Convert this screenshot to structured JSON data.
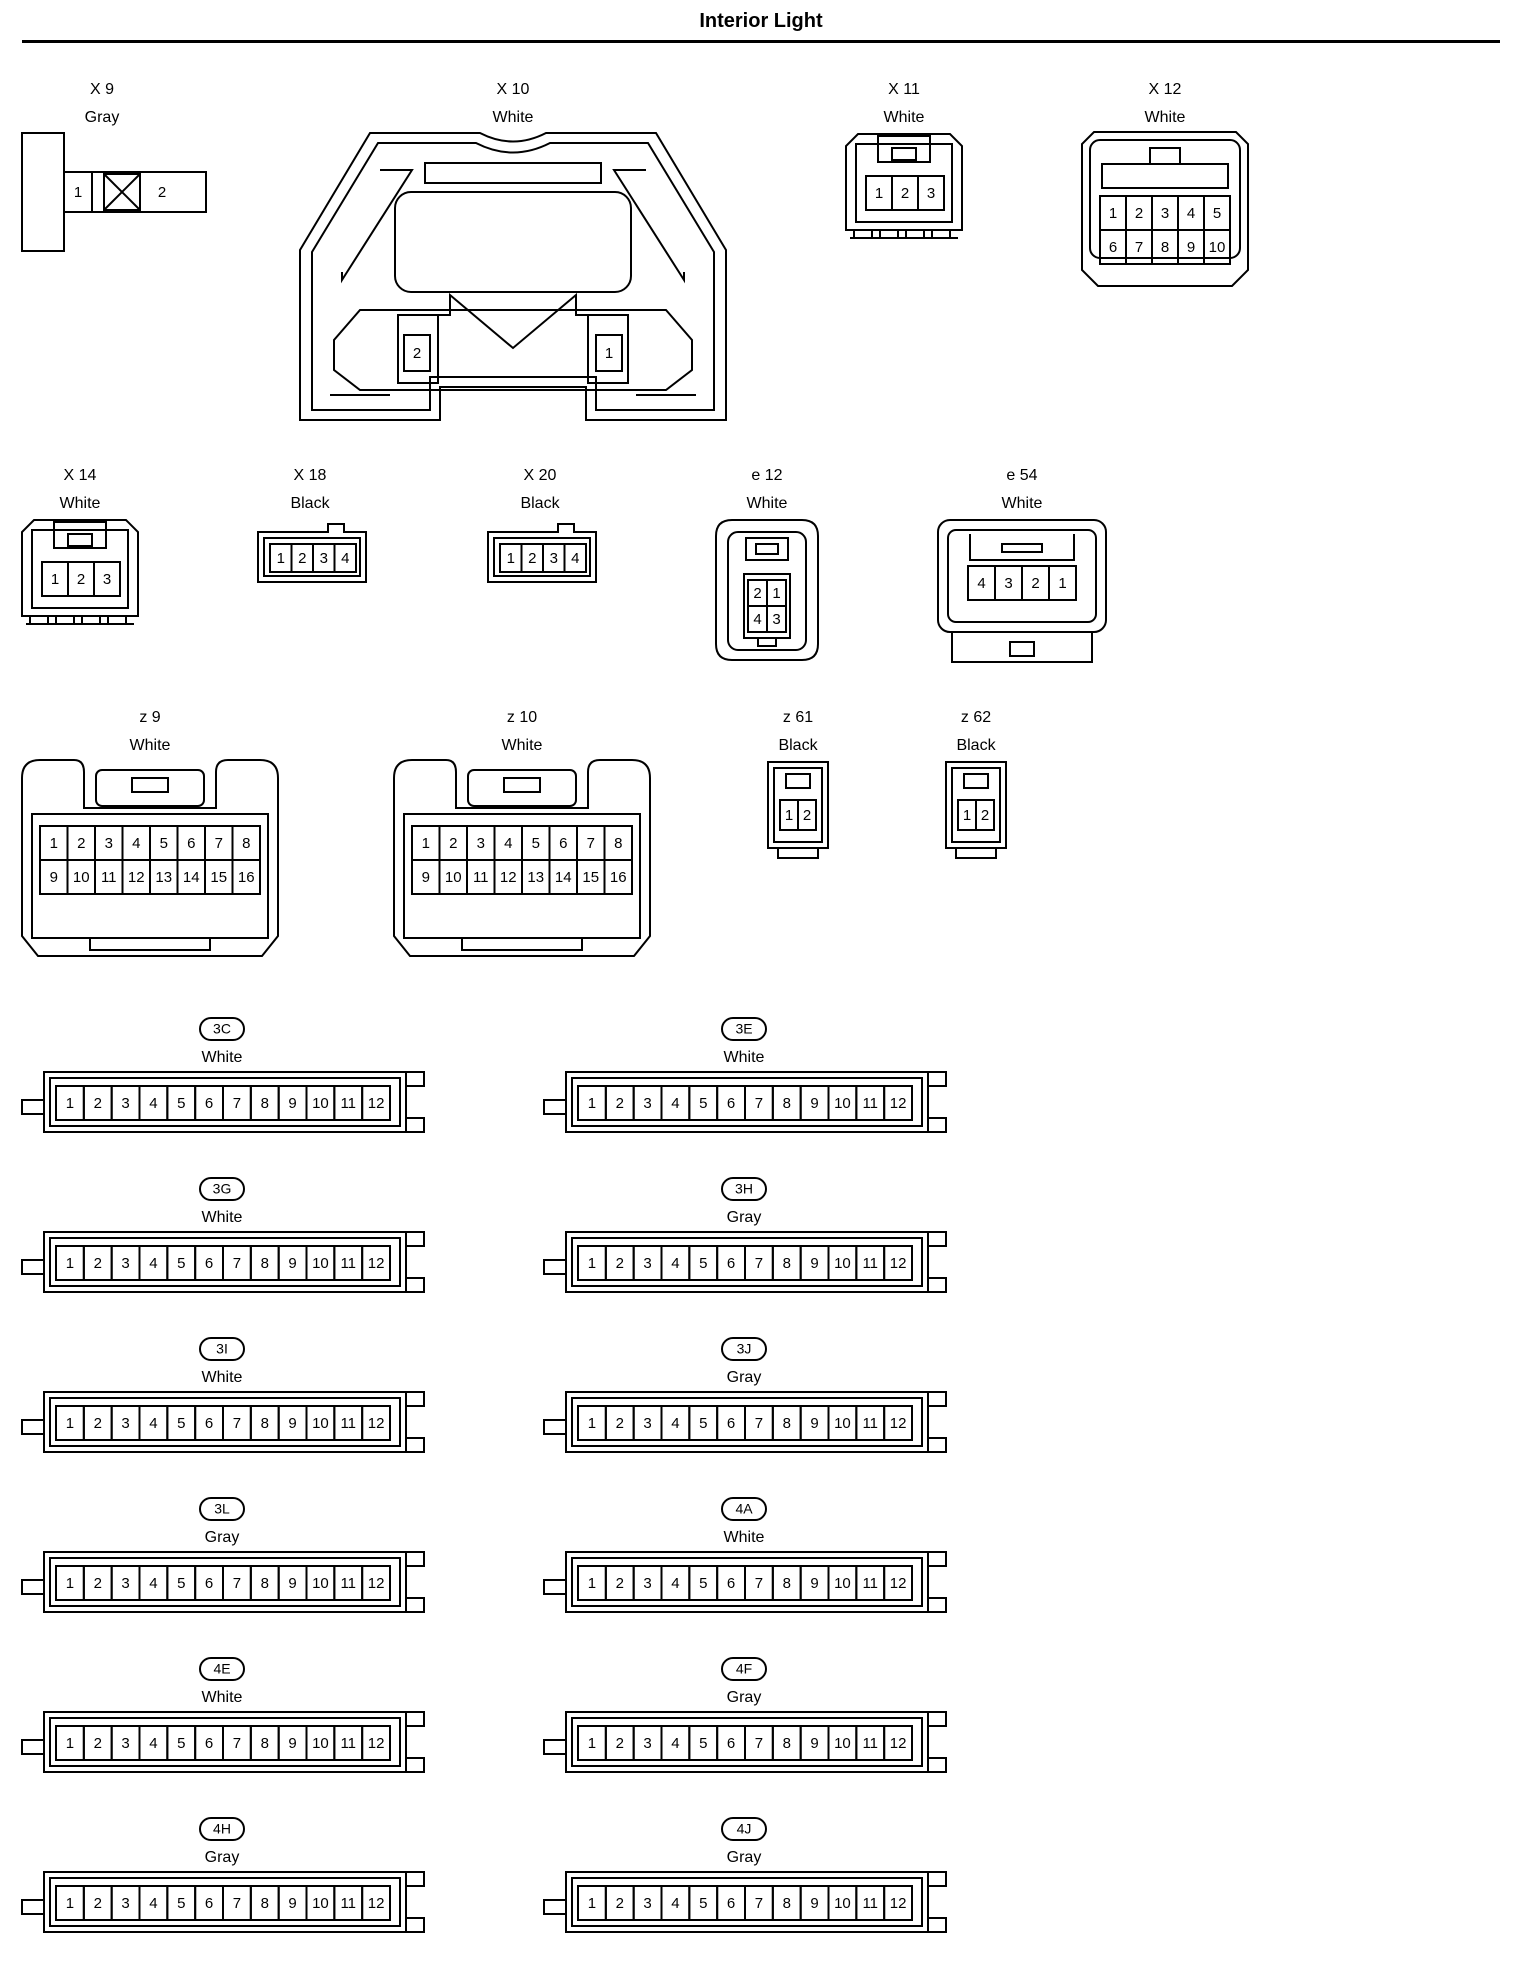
{
  "title": "Interior Light",
  "connectors": [
    {
      "id": "X9",
      "label": "X 9",
      "color": "Gray",
      "kind": "x9",
      "pins": [
        "1",
        "2"
      ]
    },
    {
      "id": "X10",
      "label": "X 10",
      "color": "White",
      "kind": "x10",
      "pins": [
        "2",
        "1"
      ]
    },
    {
      "id": "X11",
      "label": "X 11",
      "color": "White",
      "kind": "small3",
      "pins": [
        "1",
        "2",
        "3"
      ]
    },
    {
      "id": "X12",
      "label": "X 12",
      "color": "White",
      "kind": "x12",
      "pins": [
        "1",
        "2",
        "3",
        "4",
        "5",
        "6",
        "7",
        "8",
        "9",
        "10"
      ]
    },
    {
      "id": "X14",
      "label": "X 14",
      "color": "White",
      "kind": "small3",
      "pins": [
        "1",
        "2",
        "3"
      ]
    },
    {
      "id": "X18",
      "label": "X 18",
      "color": "Black",
      "kind": "four",
      "pins": [
        "1",
        "2",
        "3",
        "4"
      ]
    },
    {
      "id": "X20",
      "label": "X 20",
      "color": "Black",
      "kind": "four",
      "pins": [
        "1",
        "2",
        "3",
        "4"
      ]
    },
    {
      "id": "e12",
      "label": "e 12",
      "color": "White",
      "kind": "e12",
      "pins": [
        "2",
        "1",
        "4",
        "3"
      ]
    },
    {
      "id": "e54",
      "label": "e 54",
      "color": "White",
      "kind": "e54",
      "pins": [
        "4",
        "3",
        "2",
        "1"
      ]
    },
    {
      "id": "z9",
      "label": "z 9",
      "color": "White",
      "kind": "sixteen",
      "pins": [
        "1",
        "2",
        "3",
        "4",
        "5",
        "6",
        "7",
        "8",
        "9",
        "10",
        "11",
        "12",
        "13",
        "14",
        "15",
        "16"
      ]
    },
    {
      "id": "z10",
      "label": "z 10",
      "color": "White",
      "kind": "sixteen",
      "pins": [
        "1",
        "2",
        "3",
        "4",
        "5",
        "6",
        "7",
        "8",
        "9",
        "10",
        "11",
        "12",
        "13",
        "14",
        "15",
        "16"
      ]
    },
    {
      "id": "z61",
      "label": "z 61",
      "color": "Black",
      "kind": "two",
      "pins": [
        "1",
        "2"
      ]
    },
    {
      "id": "z62",
      "label": "z 62",
      "color": "Black",
      "kind": "two",
      "pins": [
        "1",
        "2"
      ]
    }
  ],
  "junction_connectors": [
    {
      "badge": "3C",
      "color": "White"
    },
    {
      "badge": "3E",
      "color": "White"
    },
    {
      "badge": "3G",
      "color": "White"
    },
    {
      "badge": "3H",
      "color": "Gray"
    },
    {
      "badge": "3I",
      "color": "White"
    },
    {
      "badge": "3J",
      "color": "Gray"
    },
    {
      "badge": "3L",
      "color": "Gray"
    },
    {
      "badge": "4A",
      "color": "White"
    },
    {
      "badge": "4E",
      "color": "White"
    },
    {
      "badge": "4F",
      "color": "Gray"
    },
    {
      "badge": "4H",
      "color": "Gray"
    },
    {
      "badge": "4J",
      "color": "Gray"
    }
  ],
  "junction_pins": [
    "1",
    "2",
    "3",
    "4",
    "5",
    "6",
    "7",
    "8",
    "9",
    "10",
    "11",
    "12"
  ]
}
